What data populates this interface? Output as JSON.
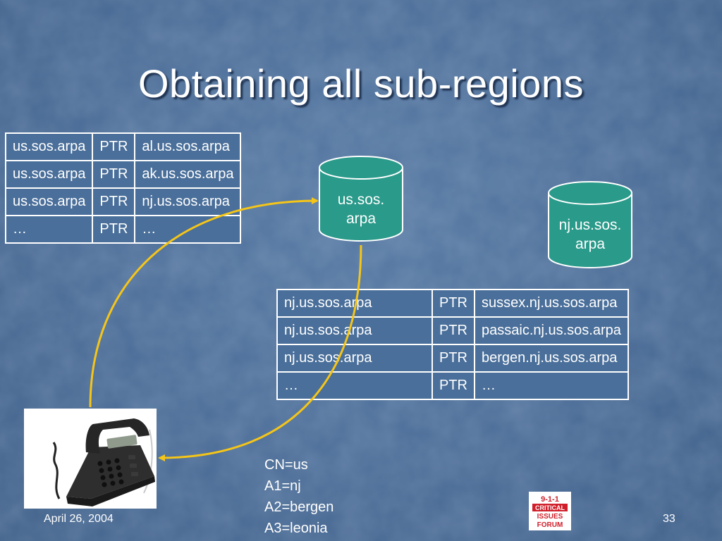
{
  "slide": {
    "title": "Obtaining all sub-regions",
    "date": "April 26, 2004",
    "page_number": "33"
  },
  "table_us": {
    "rows": [
      [
        "us.sos.arpa",
        "PTR",
        "al.us.sos.arpa"
      ],
      [
        "us.sos.arpa",
        "PTR",
        "ak.us.sos.arpa"
      ],
      [
        "us.sos.arpa",
        "PTR",
        "nj.us.sos.arpa"
      ],
      [
        "…",
        "PTR",
        "…"
      ]
    ]
  },
  "table_nj": {
    "rows": [
      [
        "nj.us.sos.arpa",
        "PTR",
        "sussex.nj.us.sos.arpa"
      ],
      [
        "nj.us.sos.arpa",
        "PTR",
        "passaic.nj.us.sos.arpa"
      ],
      [
        "nj.us.sos.arpa",
        "PTR",
        "bergen.nj.us.sos.arpa"
      ],
      [
        "…",
        "PTR",
        "…"
      ]
    ]
  },
  "databases": {
    "us": {
      "line1": "us.sos.",
      "line2": "arpa"
    },
    "nj": {
      "line1": "nj.us.sos.",
      "line2": "arpa"
    }
  },
  "location_fields": [
    "CN=us",
    "A1=nj",
    "A2=bergen",
    "A3=leonia"
  ],
  "logo": {
    "lines": [
      "9-1-1",
      "CRITICAL",
      "ISSUES",
      "FORUM"
    ]
  },
  "colors": {
    "background": "#4a6c97",
    "arrow": "#f5c518",
    "cylinder": "#2a9a8a",
    "text": "#ffffff"
  },
  "icons": {
    "phone": "desk-telephone-photo",
    "database": "cylinder-database-icon"
  }
}
